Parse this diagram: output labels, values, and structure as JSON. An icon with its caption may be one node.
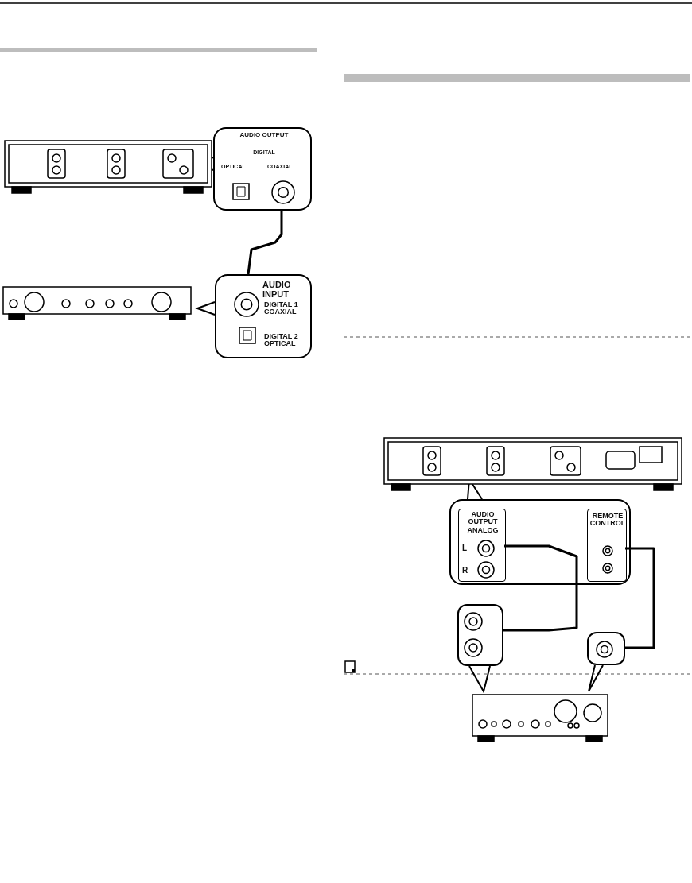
{
  "diagram": {
    "nodes": [
      {
        "text": [],
        "shape": "picture"
      },
      {
        "text": [
          "AUDIO OUTPUT",
          "DIGITAL",
          "OPTICAL",
          "COAXIAL"
        ]
      },
      {
        "text": [],
        "shape": "picture"
      },
      {
        "text": [
          "AUDIO INPUT",
          "DIGITAL 1 COAXIAL",
          "DIGITAL 2 OPTICAL"
        ]
      },
      {
        "text": [],
        "shape": "picture"
      },
      {
        "text": [],
        "shape": "box"
      },
      {
        "text": [
          "AUDIO OUTPUT",
          "ANALOG",
          "L",
          "R"
        ],
        "in": 5
      },
      {
        "text": [
          "REMOTE CONTROL"
        ],
        "in": 5
      },
      {
        "text": [],
        "shape": "box"
      },
      {
        "text": [],
        "shape": "box"
      },
      {
        "text": [],
        "shape": "picture"
      }
    ],
    "edges": [
      {
        "from": 1,
        "to": 3,
        "arrow": "none"
      },
      {
        "from": 6,
        "to": 8,
        "arrow": "none"
      },
      {
        "from": 7,
        "to": 9,
        "arrow": "none"
      }
    ]
  }
}
